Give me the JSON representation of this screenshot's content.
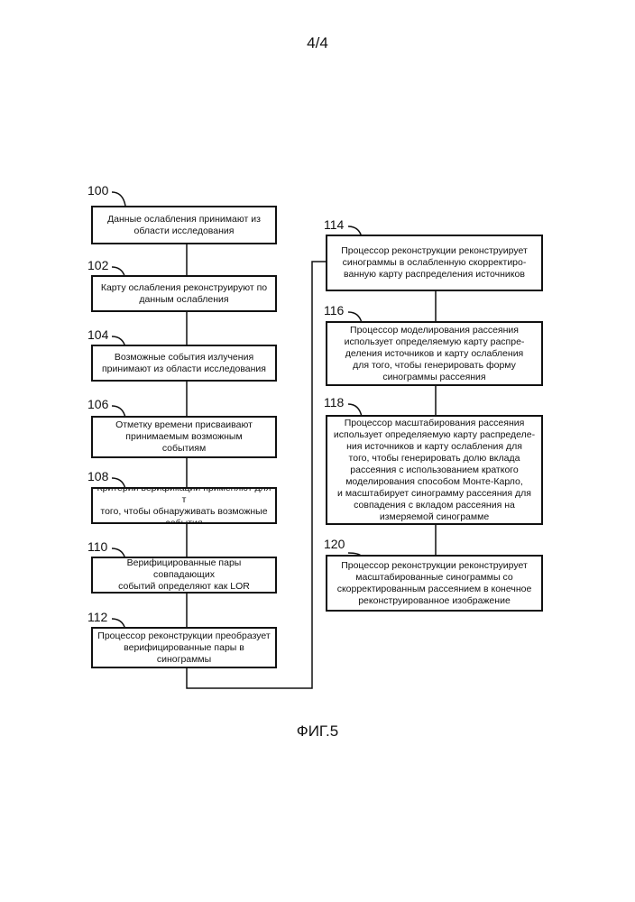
{
  "page_number": "4/4",
  "figure_caption": "ФИГ.5",
  "steps": [
    {
      "id": "100",
      "text": "Данные ослабления принимают из\nобласти исследования"
    },
    {
      "id": "102",
      "text": "Карту ослабления реконструируют по\nданным ослабления"
    },
    {
      "id": "104",
      "text": "Возможные события излучения\nпринимают из области исследования"
    },
    {
      "id": "106",
      "text": "Отметку времени присваивают\nпринимаемым возможным\nсобытиям"
    },
    {
      "id": "108",
      "text": "Критерий верификации применяют для т\nтого, чтобы обнаруживать возможные\nсобытия"
    },
    {
      "id": "110",
      "text": "Верифицированные пары совпадающих\nсобытий определяют как LOR"
    },
    {
      "id": "112",
      "text": "Процессор реконструкции преобразует\nверифицированные пары в\nсинограммы"
    },
    {
      "id": "114",
      "text": "Процессор реконструкции реконструирует\nсинограммы в ослабленную скорректиро-\nванную карту распределения источников"
    },
    {
      "id": "116",
      "text": "Процессор моделирования рассеяния\nиспользует определяемую карту распре-\nделения источников и карту ослабления\nдля того, чтобы генерировать форму\nсинограммы рассеяния"
    },
    {
      "id": "118",
      "text": "Процессор масштабирования рассеяния\nиспользует определяемую карту распределе-\nния источников и карту ослабления для\nтого, чтобы генерировать долю вклада\nрассеяния с использованием краткого\nмоделирования способом Монте-Карло,\nи масштабирует синограмму рассеяния для\nсовпадения с вкладом рассеяния на\nизмеряемой синограмме"
    },
    {
      "id": "120",
      "text": "Процессор реконструкции реконструирует\nмасштабированные синограммы со\nскорректированным рассеянием в конечное\nреконструированное изображение"
    }
  ]
}
